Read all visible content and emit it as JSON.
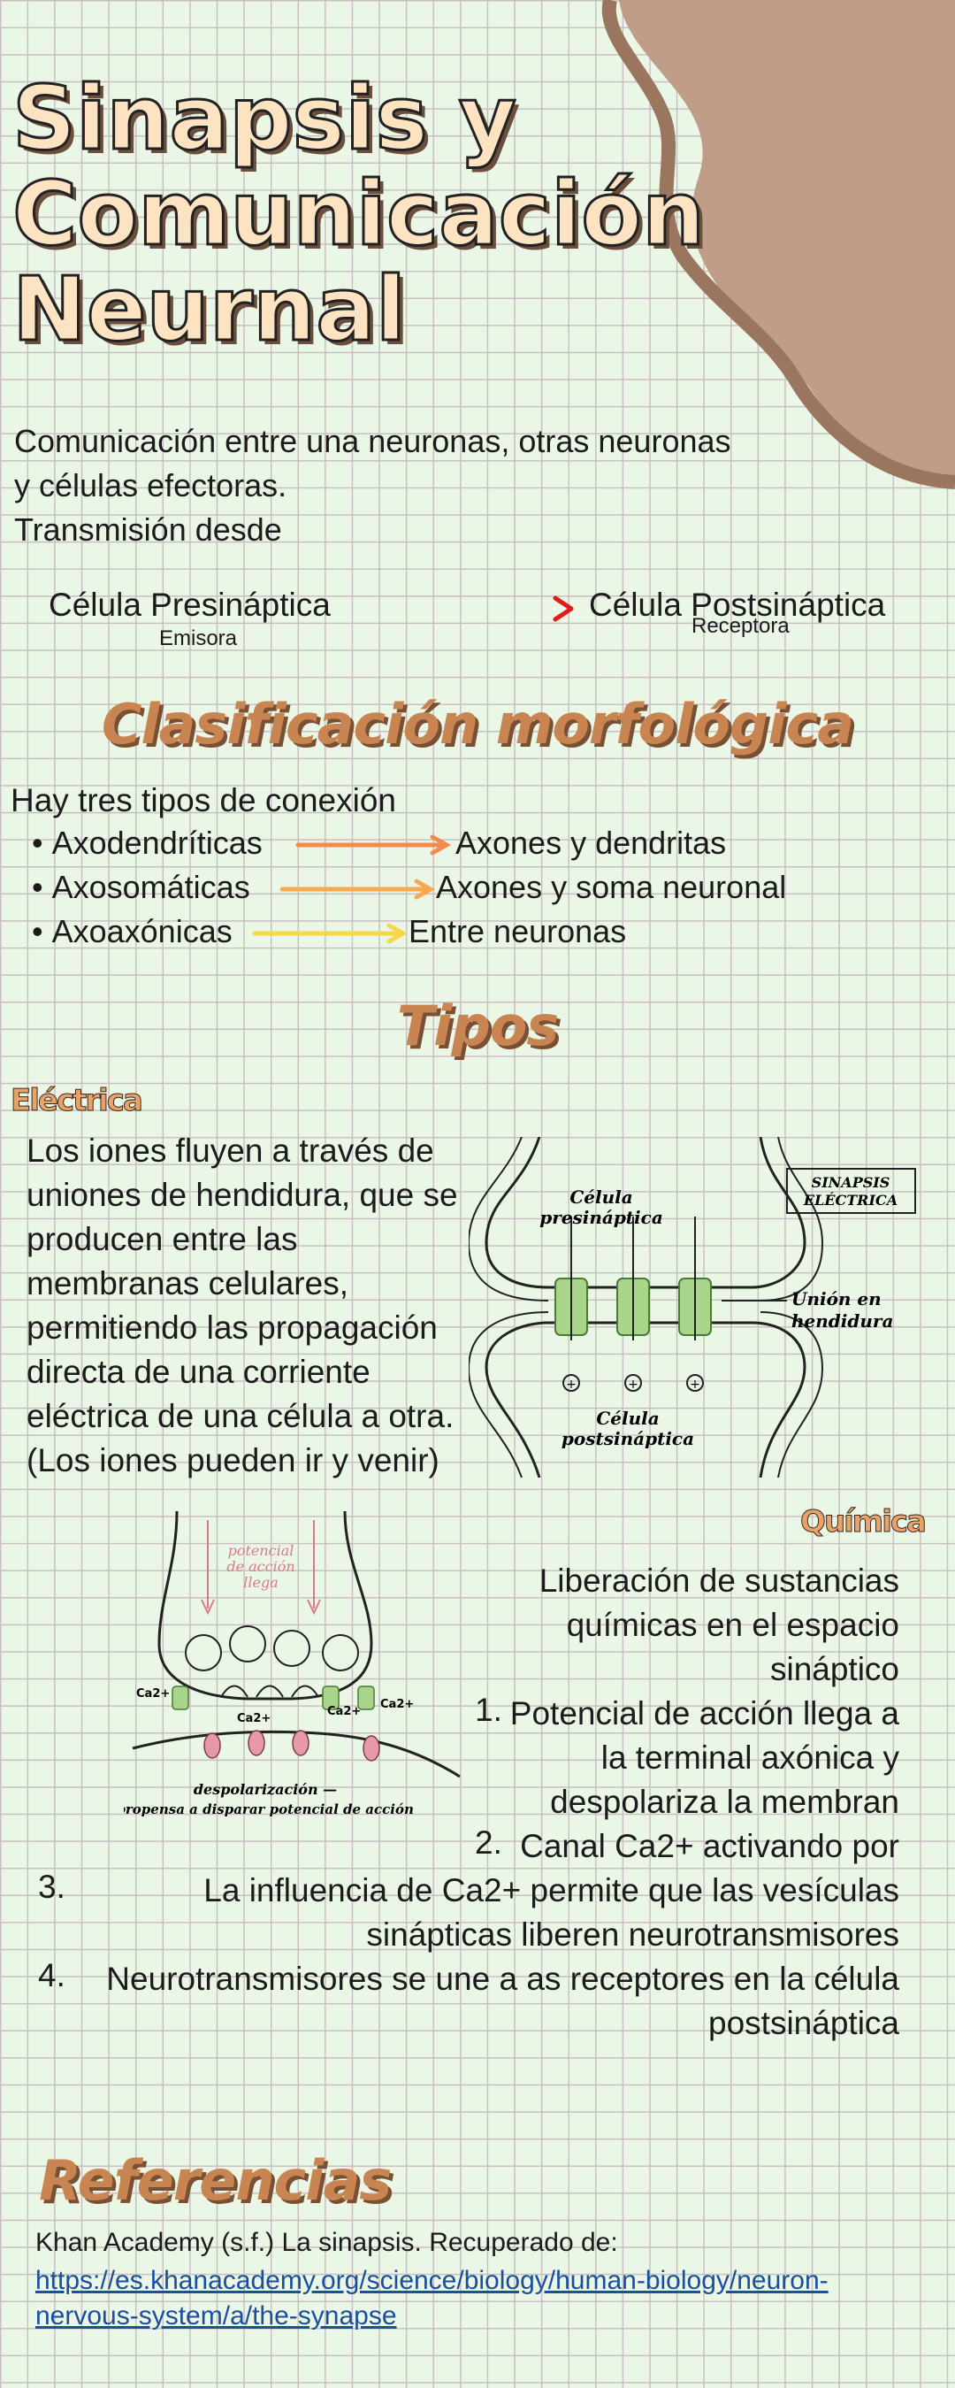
{
  "title": [
    "Sinapsis y",
    "Comunicación",
    "Neurnal"
  ],
  "intro": {
    "lines": [
      "Comunicación entre una neuronas, otras neuronas",
      "y células efectoras.",
      "Transmisión desde"
    ],
    "pre_cell": "Célula Presináptica",
    "pre_sub": "Emisora",
    "post_cell": "Célula Postsináptica",
    "post_sub": "Receptora"
  },
  "morfologica": {
    "heading": "Clasificación morfológica",
    "intro": "Hay tres tipos de conexión",
    "items": [
      {
        "label": "Axodendríticas",
        "desc": "Axones y dendritas",
        "color": "#f28b4c"
      },
      {
        "label": "Axosomáticas",
        "desc": "Axones y soma neuronal",
        "color": "#f7a94e"
      },
      {
        "label": "Axoaxónicas",
        "desc": "Entre neuronas",
        "color": "#f5d74a"
      }
    ]
  },
  "tipos": {
    "heading": "Tipos",
    "electrica": {
      "subhead": "Eléctrica",
      "lines": [
        "Los iones fluyen a través de",
        "uniones de hendidura, que se",
        "producen entre las",
        "membranas celulares,",
        "permitiendo las propagación",
        "directa de una corriente",
        "eléctrica de una célula a otra.",
        "(Los iones pueden ir y venir)"
      ],
      "diagram": {
        "pre": "Célula presináptica",
        "post": "Célula postsináptica",
        "union": "Unión en hendidura",
        "box": "SINAPSIS ELÉCTRICA"
      }
    },
    "quimica": {
      "subhead": "Química",
      "intro_lines": [
        "Liberación de sustancias",
        "químicas en el espacio",
        "sináptico"
      ],
      "steps": [
        {
          "num": "1.",
          "lines": [
            "Potencial de acción llega a",
            "la terminal axónica y",
            "despolariza la membran"
          ]
        },
        {
          "num": "2.",
          "lines": [
            "Canal Ca2+ activando por"
          ]
        },
        {
          "num": "3.",
          "lines": [
            "La influencia de Ca2+ permite que las vesículas",
            "sinápticas liberen neurotransmisores"
          ]
        },
        {
          "num": "4.",
          "lines": [
            "Neurotransmisores se une a as receptores en la célula",
            "postsináptica"
          ]
        }
      ],
      "diagram": {
        "arrow_label": "potencial de acción llega",
        "ca": "Ca2+",
        "caption1": "despolarización —",
        "caption2": "más propensa a disparar potencial de acción"
      }
    }
  },
  "referencias": {
    "heading": "Referencias",
    "text": "Khan Academy (s.f.) La sinapsis. Recuperado de:",
    "link_line1": "https://es.khanacademy.org/science/biology/human-biology/neuron-",
    "link_line2": "nervous-system/a/the-synapse"
  },
  "colors": {
    "background": "#eaf7e6",
    "blob": "#bf9d88",
    "accent": "#c98551",
    "gap_junction": "#a9d58a"
  }
}
